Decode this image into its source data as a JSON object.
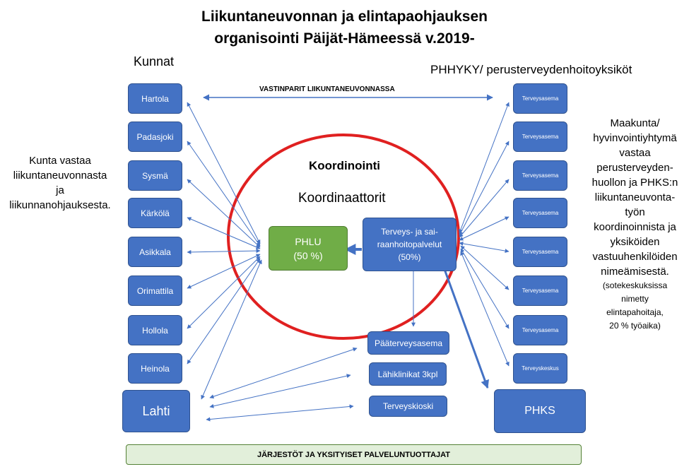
{
  "title_line1": "Liikuntaneuvonnan ja elintapaohjauksen",
  "title_line2": "organisointi Päijät-Hämeessä v.2019-",
  "left_heading": "Kunnat",
  "right_heading": "PHHYKY/ perusterveydenhoitoyksiköt",
  "left_note": [
    "Kunta vastaa",
    "liikuntaneuvonnasta",
    "ja",
    "liikunnanohjauksesta."
  ],
  "right_note": [
    "Maakunta/",
    "hyvinvointiyhtymä",
    "vastaa",
    "perusterveyden-",
    "huollon ja PHKS:n",
    "liikuntaneuvonta-",
    "työn",
    "koordinoinnista ja",
    "yksiköiden",
    "vastuuhenkilöiden",
    "nimeämisestä."
  ],
  "right_note_small": [
    "(sotekeskuksissa",
    "nimetty",
    "elintapahoitaja,",
    "20 % työaika)"
  ],
  "vastinparit_label": "VASTINPARIT LIIKUNTANEUVONNASSA",
  "municipalities": [
    "Hartola",
    "Padasjoki",
    "Sysmä",
    "Kärkölä",
    "Asikkala",
    "Orimattila",
    "Hollola",
    "Heinola"
  ],
  "lahti": "Lahti",
  "terveysasemat": [
    "Terveysasema",
    "Terveysasema",
    "Terveysasema",
    "Terveysasema",
    "Terveysasema",
    "Terveysasema",
    "Terveysasema",
    "Terveyskeskus"
  ],
  "koordinointi": "Koordinointi",
  "koordinaattorit": "Koordinaattorit",
  "phlu_line1": "PHLU",
  "phlu_line2": "(50 %)",
  "tsp_line1": "Terveys- ja sai-",
  "tsp_line2": "raanhoitopalvelut",
  "tsp_line3": "(50%)",
  "paaterveysasema": "Pääterveysasema",
  "lahiklinikat": "Lähiklinikat 3kpl",
  "terveyskioski": "Terveyskioski",
  "phks": "PHKS",
  "bottom_bar": "JÄRJESTÖT JA YKSITYISET PALVELUNTUOTTAJAT",
  "colors": {
    "box_blue": "#4472c4",
    "phlu_green": "#70ad47",
    "ellipse_red": "#e02020",
    "bar_green": "#e2efda"
  }
}
